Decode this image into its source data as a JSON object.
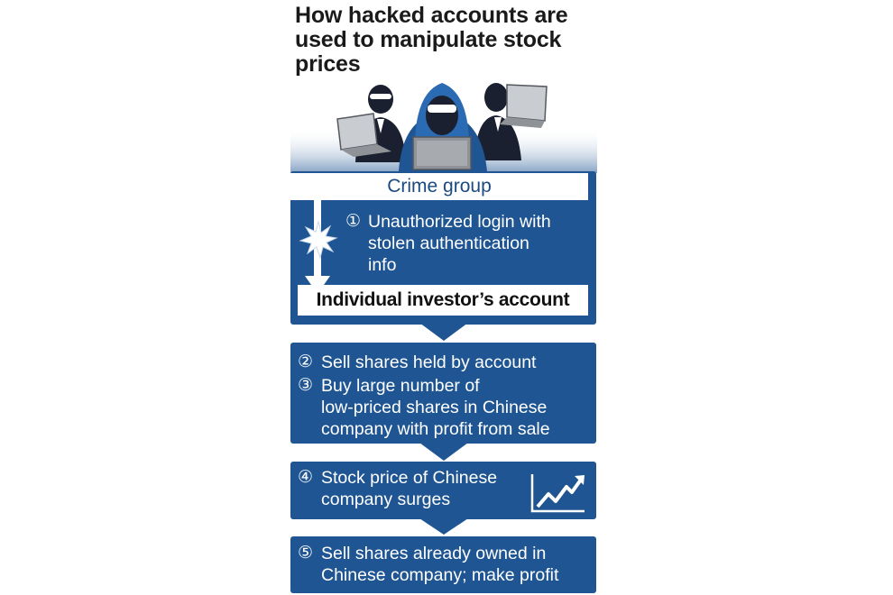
{
  "title": {
    "lines": [
      "How hacked accounts are",
      "used to manipulate stock",
      "prices"
    ]
  },
  "crime_group": {
    "label": "Crime group"
  },
  "step1": {
    "number": "①",
    "lines": [
      "Unauthorized login with",
      "stolen authentication",
      "info"
    ]
  },
  "account": {
    "label": "Individual investor’s account"
  },
  "step2": {
    "number": "②",
    "text": "Sell shares held by account"
  },
  "step3": {
    "number": "③",
    "lines": [
      "Buy large number of",
      "low-priced shares in Chinese",
      "company with profit from sale"
    ]
  },
  "step4": {
    "number": "④",
    "lines": [
      "Stock price of Chinese",
      "company surges"
    ]
  },
  "step5": {
    "number": "⑤",
    "lines": [
      "Sell shares already owned in",
      "Chinese company; make profit"
    ]
  },
  "icons": {
    "hackers": "hacker-group-illustration",
    "burst": "burst-icon",
    "arrow": "down-arrow-icon",
    "chart": "rising-chart-icon"
  },
  "colors": {
    "panel": "#1f5592",
    "crime_group_text": "#1b4a80",
    "account_text": "#111111",
    "background": "#ffffff"
  }
}
